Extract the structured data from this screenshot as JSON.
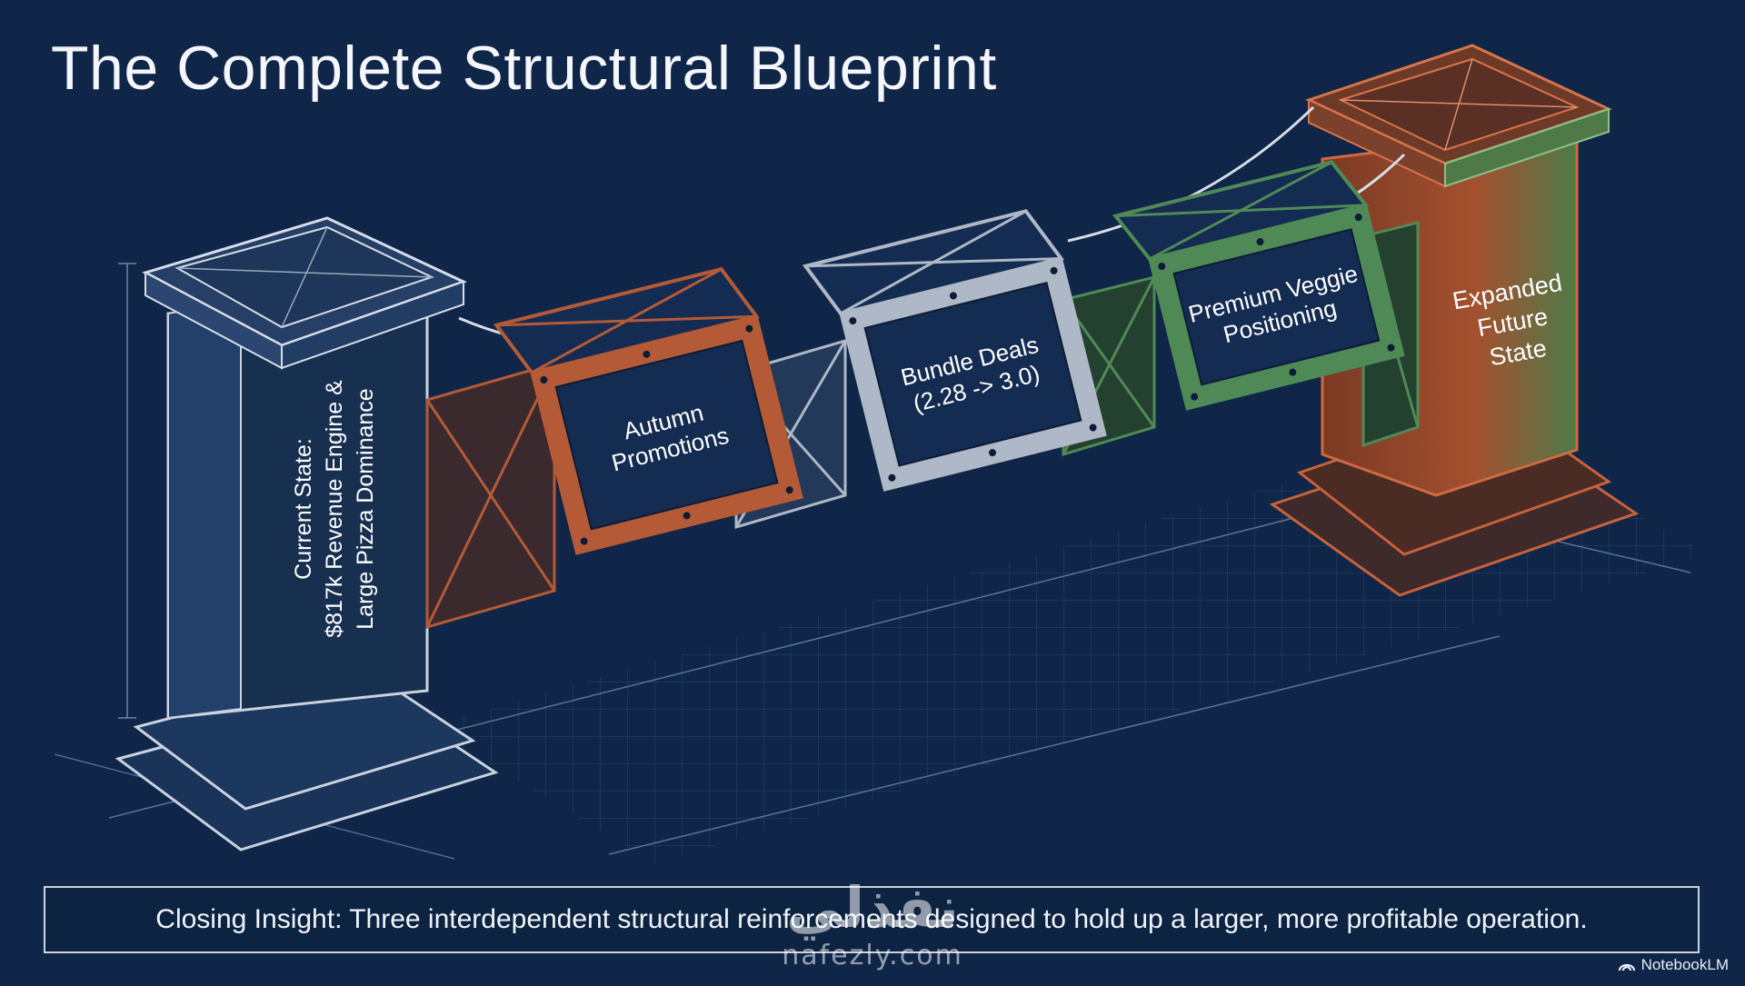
{
  "title": "The Complete Structural Blueprint",
  "pillars": {
    "current": {
      "lines": [
        "Current State:",
        "$817k Revenue Engine &",
        "Large Pizza Dominance"
      ],
      "color": "#c9d2df"
    },
    "future": {
      "lines": [
        "Expanded",
        "Future",
        "State"
      ],
      "color": "#c7623a"
    }
  },
  "reinforcements": [
    {
      "lines": [
        "Autumn",
        "Promotions"
      ],
      "color": "#b45a36"
    },
    {
      "lines": [
        "Bundle Deals",
        "(2.28 -> 3.0)"
      ],
      "color": "#aeb8c6"
    },
    {
      "lines": [
        "Premium Veggie",
        "Positioning"
      ],
      "color": "#4f8a56"
    }
  ],
  "insight": "Closing Insight: Three interdependent structural reinforcements designed to hold up a larger, more profitable operation.",
  "watermark": {
    "arabic": "نفذلي",
    "latin": "nafezly.com"
  },
  "brand": {
    "label": "NotebookLM",
    "icon": "notebooklm-logo-icon"
  },
  "colors": {
    "background": "#0f2648",
    "grid": "#36517a",
    "text": "#ffffff",
    "panel": "#142c52"
  }
}
